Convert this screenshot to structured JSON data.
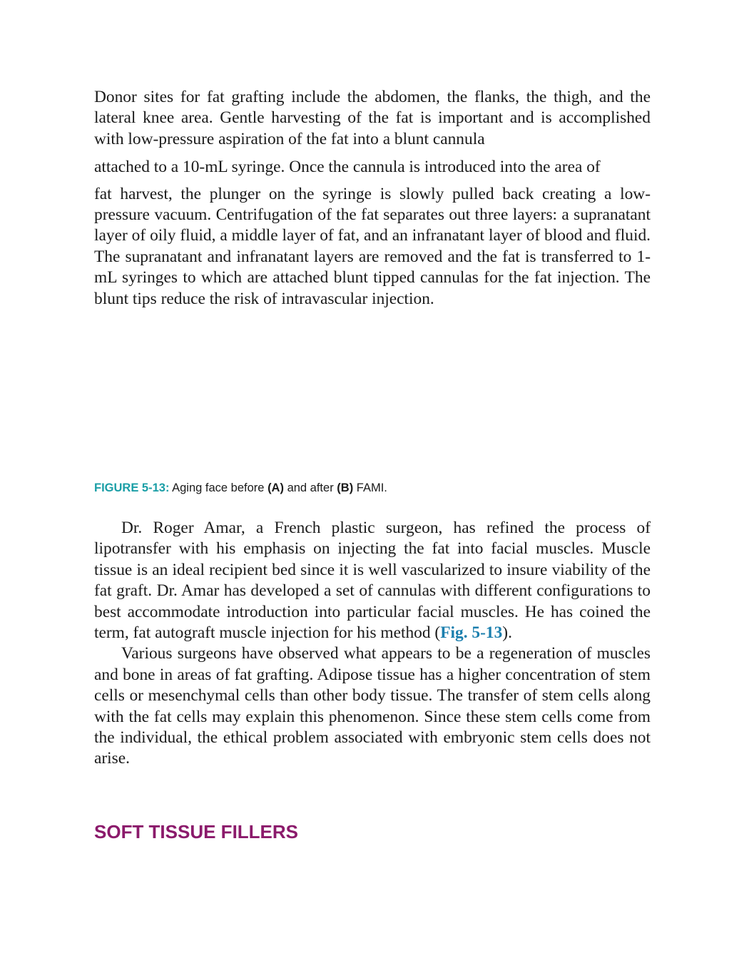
{
  "paragraphs_top": {
    "p1_part1": "Donor sites for fat grafting include the abdomen, the flanks, the thigh, and the lateral knee area. Gentle harvesting of the fat is important and is accomplished with low-pressure aspiration of the fat into a blunt cannula",
    "p1_part2": "attached to a 10-mL syringe. Once the cannula is introduced into the area of",
    "p1_part3": "fat harvest, the plunger on the syringe is slowly pulled back creating a low-pressure vacuum. Centrifugation of the fat separates out three layers: a supranatant layer of oily fluid, a middle layer of fat, and an infranatant layer of blood and fluid. The supranatant and infranatant layers are removed and the fat is transferred to 1-mL syringes to which are attached blunt tipped cannulas for the fat injection. The blunt tips reduce the risk of intravascular injection."
  },
  "figure_caption": {
    "label": "FIGURE 5-13:",
    "text_before": "Aging face before",
    "a": "(A)",
    "text_middle": "and after",
    "b": "(B)",
    "text_after": "FAMI."
  },
  "paragraphs_bottom": {
    "p2_text": "Dr. Roger Amar, a French plastic surgeon, has refined the process of lipotransfer with his emphasis on injecting the fat into facial muscles. Muscle tissue is an ideal recipient bed since it is well vascularized to insure viability of the fat graft. Dr. Amar has developed a set of cannulas with different configurations to best accommodate introduction into particular facial muscles. He has coined the term, fat autograft muscle injection for his method (",
    "p2_ref": "Fig. 5-13",
    "p2_end": ").",
    "p3_text": "Various surgeons have observed what appears to be a regeneration of muscles and bone in areas of fat grafting. Adipose tissue has a higher concentration of stem cells or mesenchymal cells than other body tissue. The transfer of stem cells along with the fat cells may explain this phenomenon. Since these stem cells come from the individual, the ethical problem associated with embryonic stem cells does not arise."
  },
  "section": {
    "heading": "SOFT TISSUE FILLERS"
  },
  "colors": {
    "caption_label": "#1a9ea6",
    "fig_ref": "#1b7fae",
    "heading": "#8b1a6b"
  }
}
